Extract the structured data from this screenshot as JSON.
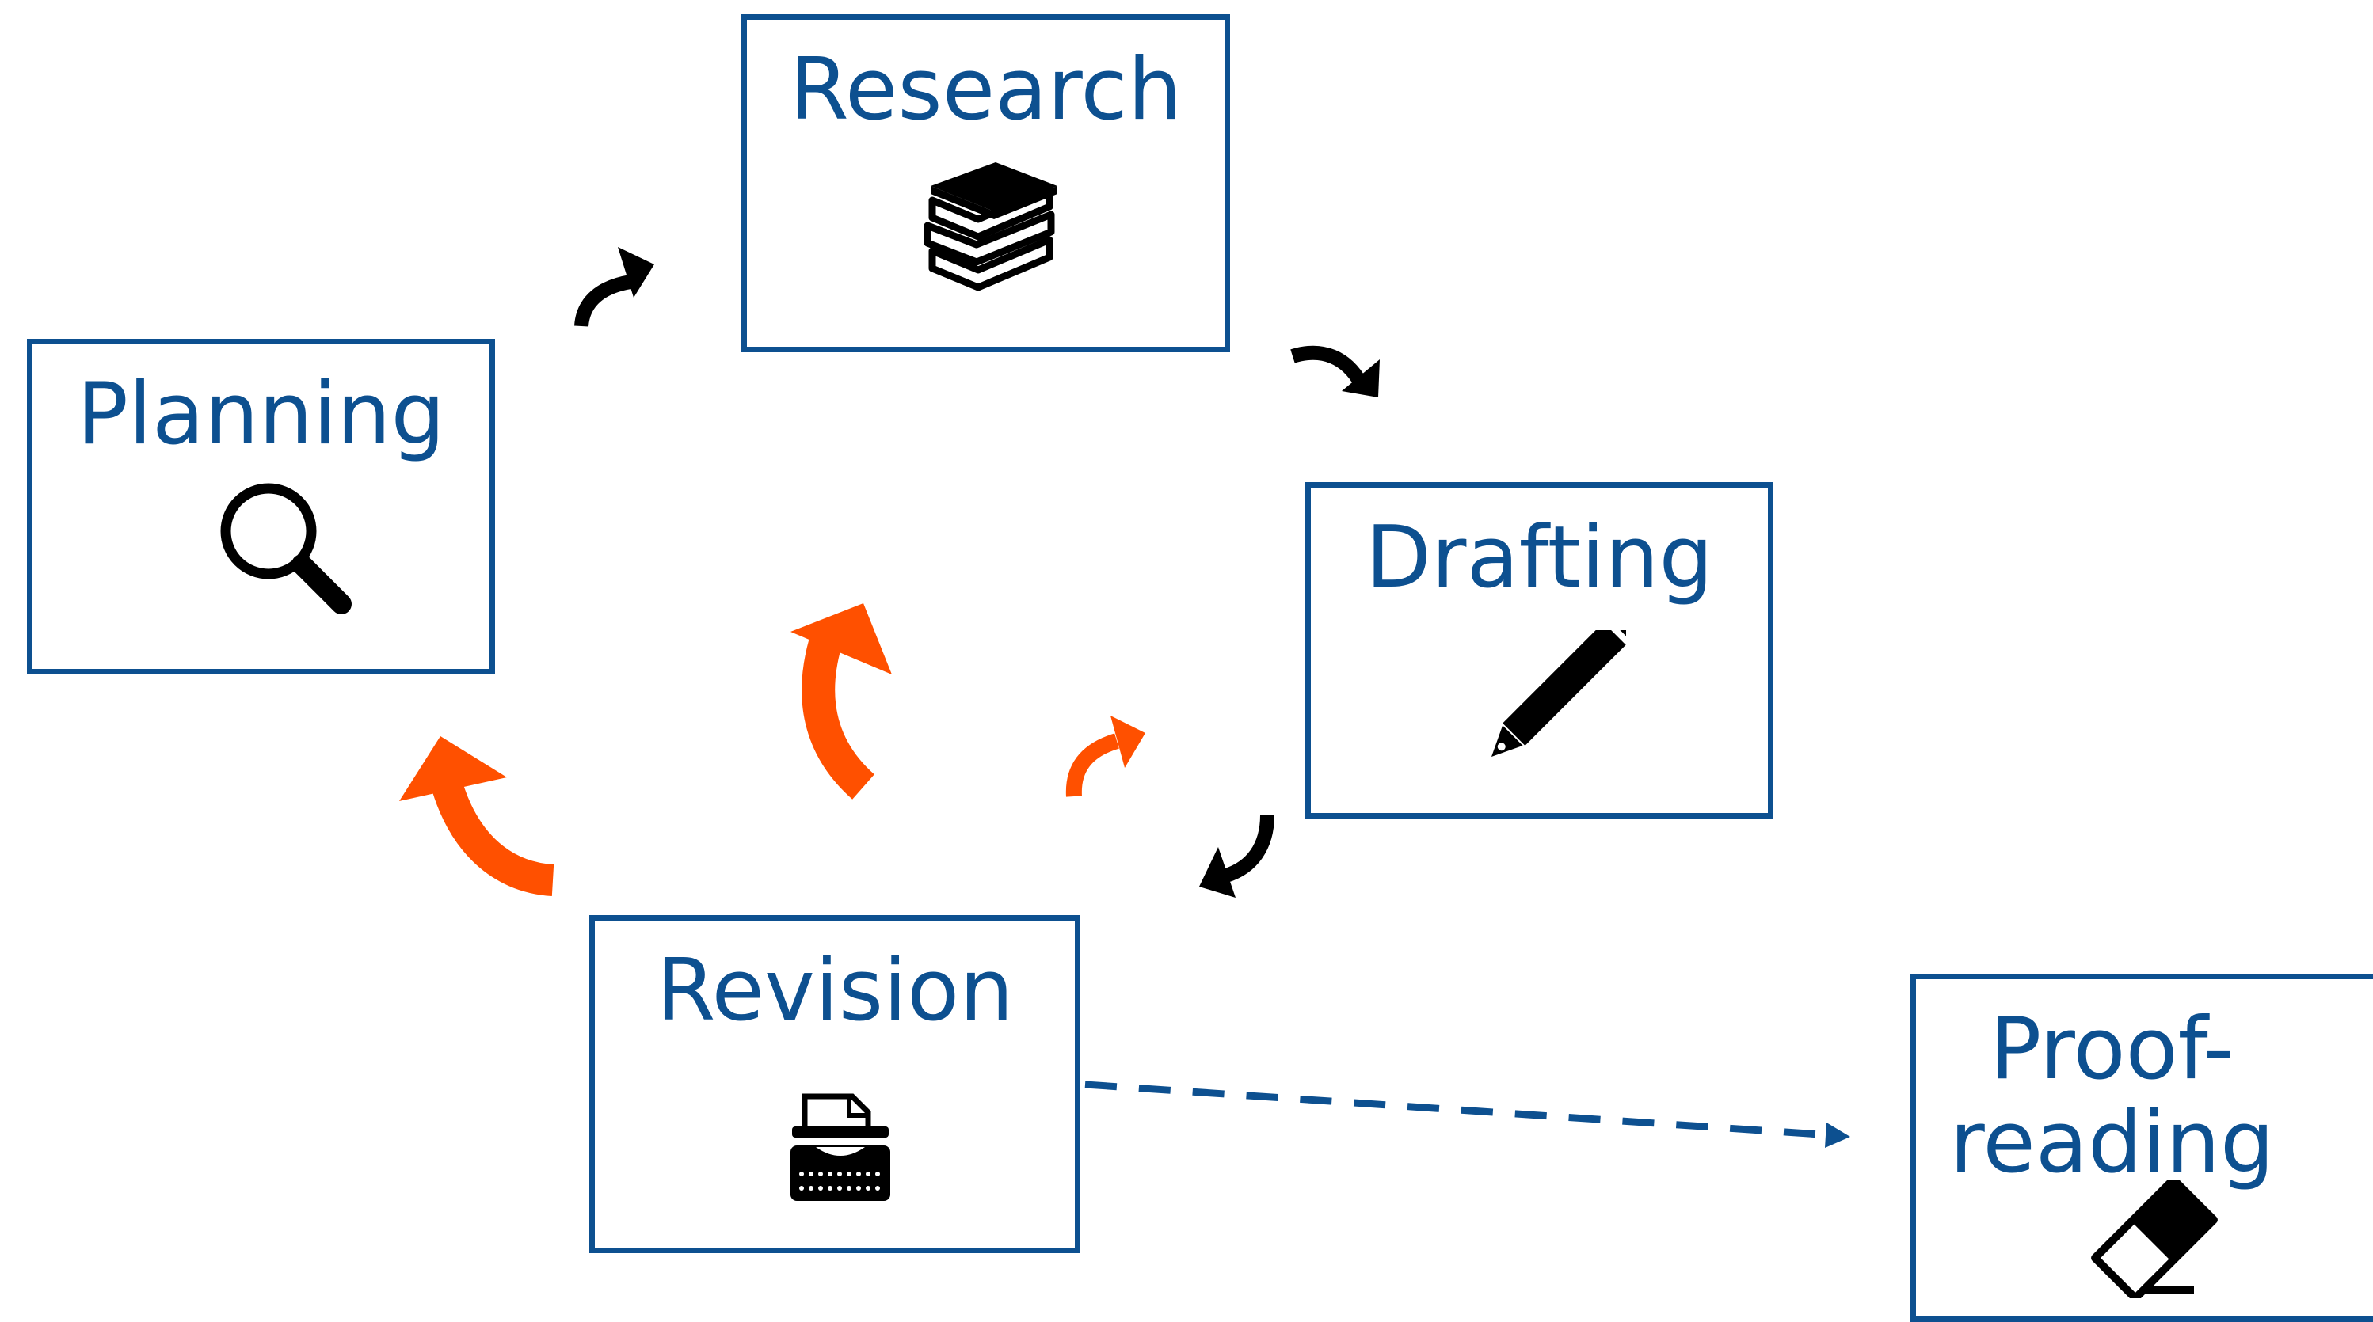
{
  "colors": {
    "box_border": "#0D5090",
    "label_text": "#0D5090",
    "forward_arrow": "#000000",
    "back_arrow": "#FF5000",
    "dashed_arrow": "#0D5090"
  },
  "nodes": {
    "planning": {
      "label": "Planning",
      "icon": "magnifying-glass-icon"
    },
    "research": {
      "label": "Research",
      "icon": "books-icon"
    },
    "drafting": {
      "label": "Drafting",
      "icon": "pencil-icon"
    },
    "revision": {
      "label": "Revision",
      "icon": "typewriter-icon"
    },
    "proofreading": {
      "label_line1": "Proof-",
      "label_line2": "reading",
      "icon": "eraser-icon"
    }
  },
  "edges": [
    {
      "from": "Planning",
      "to": "Research",
      "style": "curved-black"
    },
    {
      "from": "Research",
      "to": "Drafting",
      "style": "curved-black"
    },
    {
      "from": "Drafting",
      "to": "Revision",
      "style": "curved-black"
    },
    {
      "from": "Revision",
      "to": "Planning",
      "style": "curved-orange"
    },
    {
      "from": "Revision",
      "to": "Research",
      "style": "curved-orange"
    },
    {
      "from": "Revision",
      "to": "Drafting",
      "style": "curved-orange"
    },
    {
      "from": "Revision",
      "to": "Proof-reading",
      "style": "dashed-blue"
    }
  ]
}
